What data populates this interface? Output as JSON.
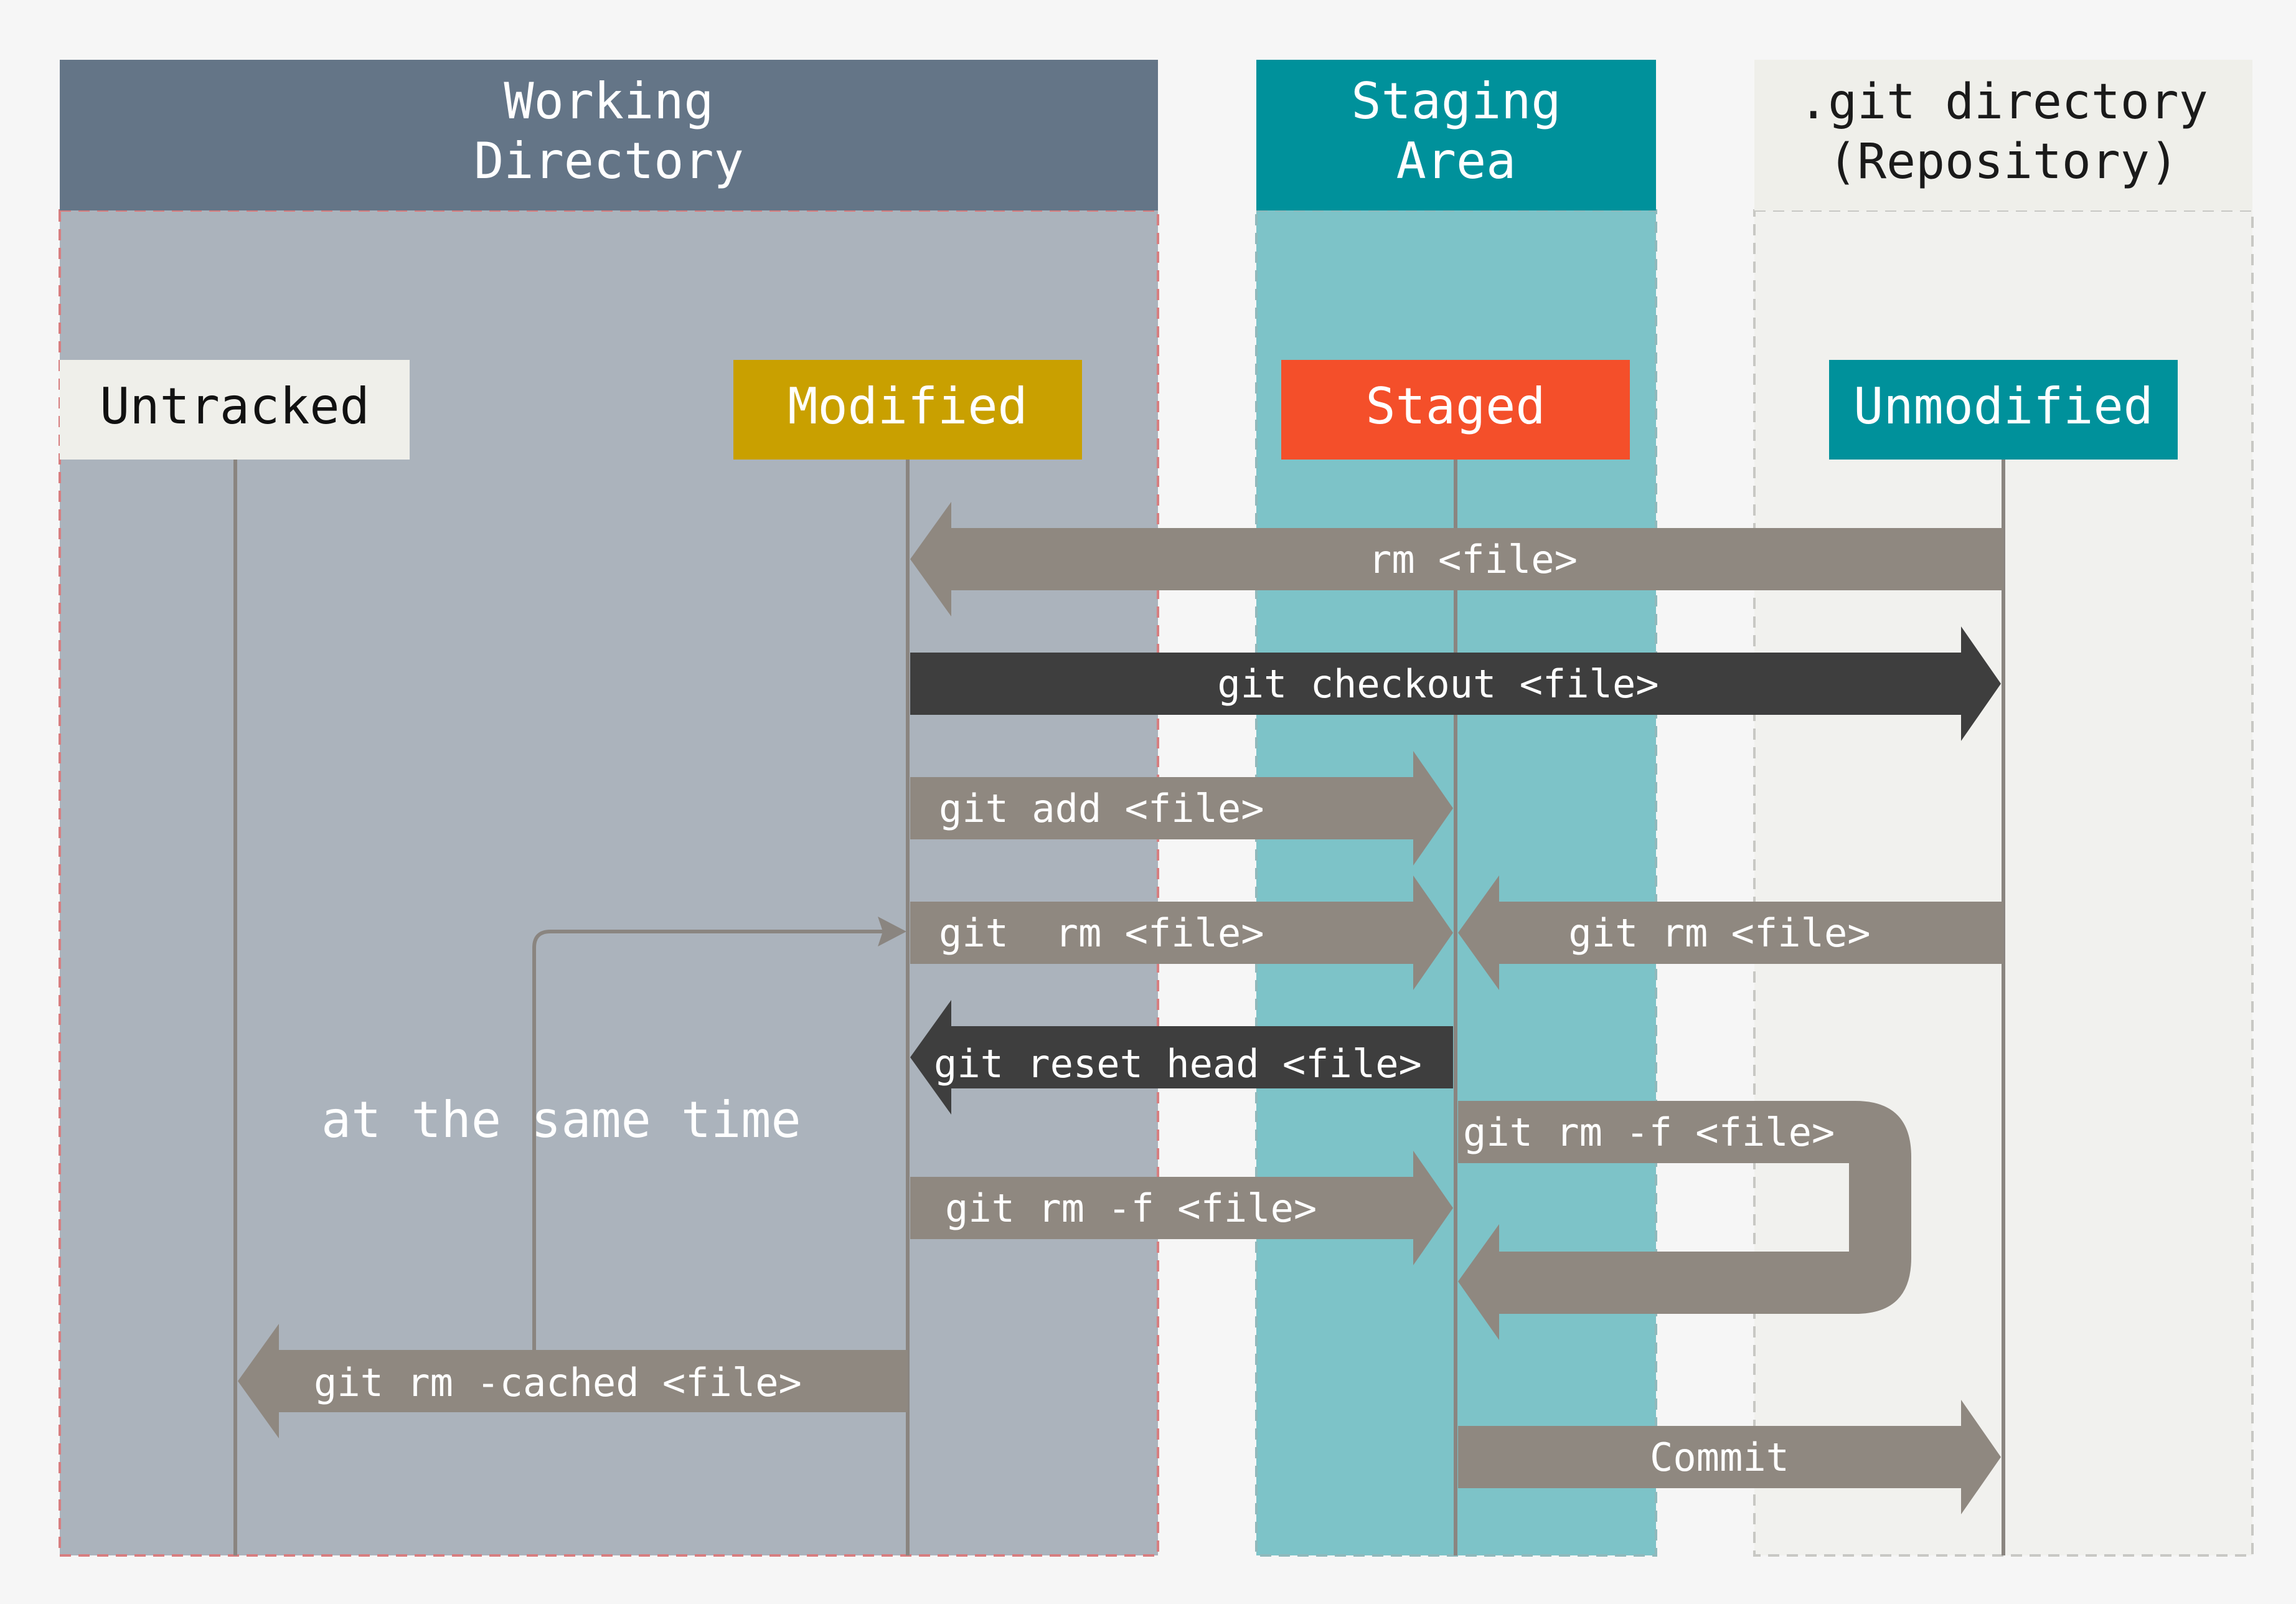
{
  "colors": {
    "background": "#f6f6f6",
    "working_header": "#647587",
    "working_body": "#abb3bc",
    "staging_header": "#00919b",
    "staging_body": "#7dc3c8",
    "repo_header": "#efefea",
    "repo_body": "#f1f1ee",
    "untracked": "#efefea",
    "modified": "#c9a000",
    "staged": "#f44f2a",
    "unmodified": "#00919b",
    "arrow_gray": "#8f8880",
    "arrow_dark": "#3e3e3e",
    "lifeline": "#8a8580",
    "working_dash": "#d77e80",
    "repo_dash": "#c8c8c4"
  },
  "areas": {
    "working": {
      "line1": "Working",
      "line2": "Directory"
    },
    "staging": {
      "line1": "Staging",
      "line2": "Area"
    },
    "repo": {
      "line1": ".git directory",
      "line2": "(Repository)"
    }
  },
  "states": {
    "untracked": "Untracked",
    "modified": "Modified",
    "staged": "Staged",
    "unmodified": "Unmodified"
  },
  "commands": {
    "rm_file": "rm <file>",
    "git_checkout": "git checkout <file>",
    "git_add": "git add <file>",
    "git_rm_left": "git  rm <file>",
    "git_rm_right": "git rm <file>",
    "git_reset_head": "git reset head <file>",
    "git_rm_f_right": "git rm -f <file>",
    "git_rm_f_left": "git rm -f <file>",
    "git_rm_cached": "git rm -cached <file>",
    "commit": "Commit"
  },
  "annotation": "at the same time"
}
